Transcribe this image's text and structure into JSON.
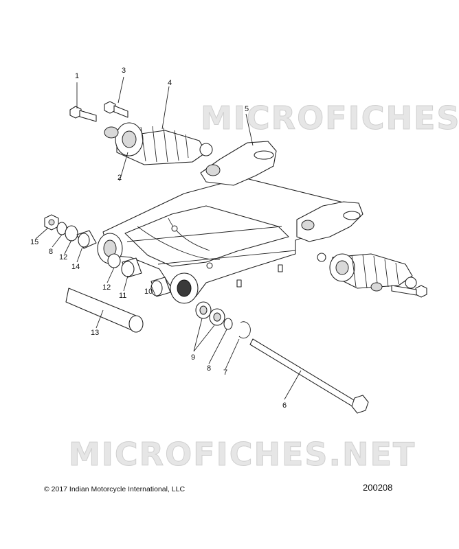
{
  "watermark": "MICROFICHES.NET",
  "copyright": "© 2017 Indian Motorcycle International, LLC",
  "reference_number": "200208",
  "callouts": [
    "1",
    "2",
    "3",
    "4",
    "5",
    "6",
    "7",
    "8",
    "8",
    "9",
    "10",
    "11",
    "12",
    "12",
    "13",
    "14",
    "15"
  ],
  "colors": {
    "line": "#222222",
    "shade": "#d9d9d9",
    "watermark": "#e6e6e6"
  }
}
